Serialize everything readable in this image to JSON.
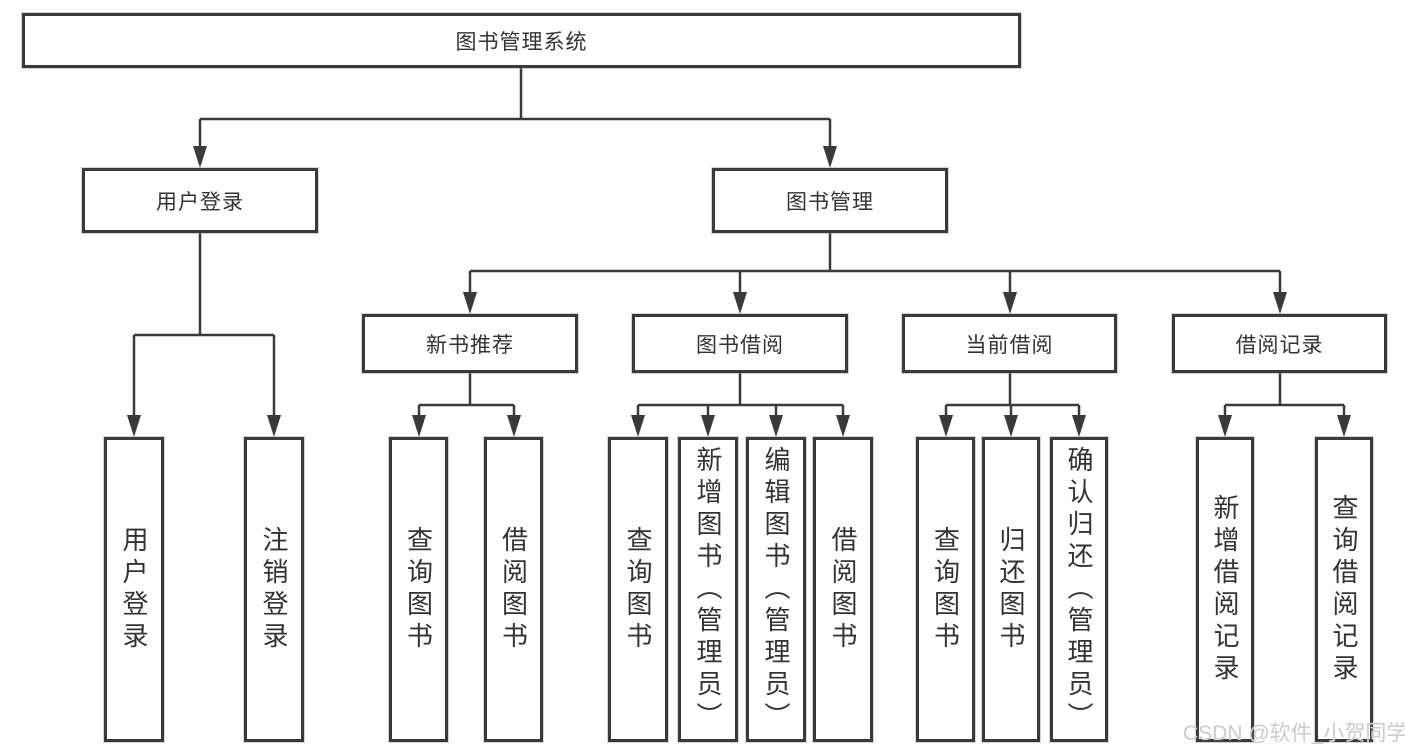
{
  "diagram_title": "图书管理系统",
  "tree": {
    "root": {
      "label": "图书管理系统",
      "children": [
        {
          "label": "用户登录",
          "children": [
            {
              "label": "用户登录"
            },
            {
              "label": "注销登录"
            }
          ]
        },
        {
          "label": "图书管理",
          "children": [
            {
              "label": "新书推荐",
              "children": [
                {
                  "label": "查询图书"
                },
                {
                  "label": "借阅图书"
                }
              ]
            },
            {
              "label": "图书借阅",
              "children": [
                {
                  "label": "查询图书"
                },
                {
                  "label": "新增图书（管理员）"
                },
                {
                  "label": "编辑图书（管理员）"
                },
                {
                  "label": "借阅图书"
                }
              ]
            },
            {
              "label": "当前借阅",
              "children": [
                {
                  "label": "查询图书"
                },
                {
                  "label": "归还图书"
                },
                {
                  "label": "确认归还（管理员）"
                }
              ]
            },
            {
              "label": "借阅记录",
              "children": [
                {
                  "label": "新增借阅记录"
                },
                {
                  "label": "查询借阅记录"
                }
              ]
            }
          ]
        }
      ]
    }
  },
  "watermark": "CSDN @软件_小贺同学",
  "colors": {
    "line": "#3a3a3a",
    "box_border": "#3a3a3a",
    "box_fill": "#ffffff",
    "text": "#333333",
    "watermark": "#cbcbcb"
  }
}
